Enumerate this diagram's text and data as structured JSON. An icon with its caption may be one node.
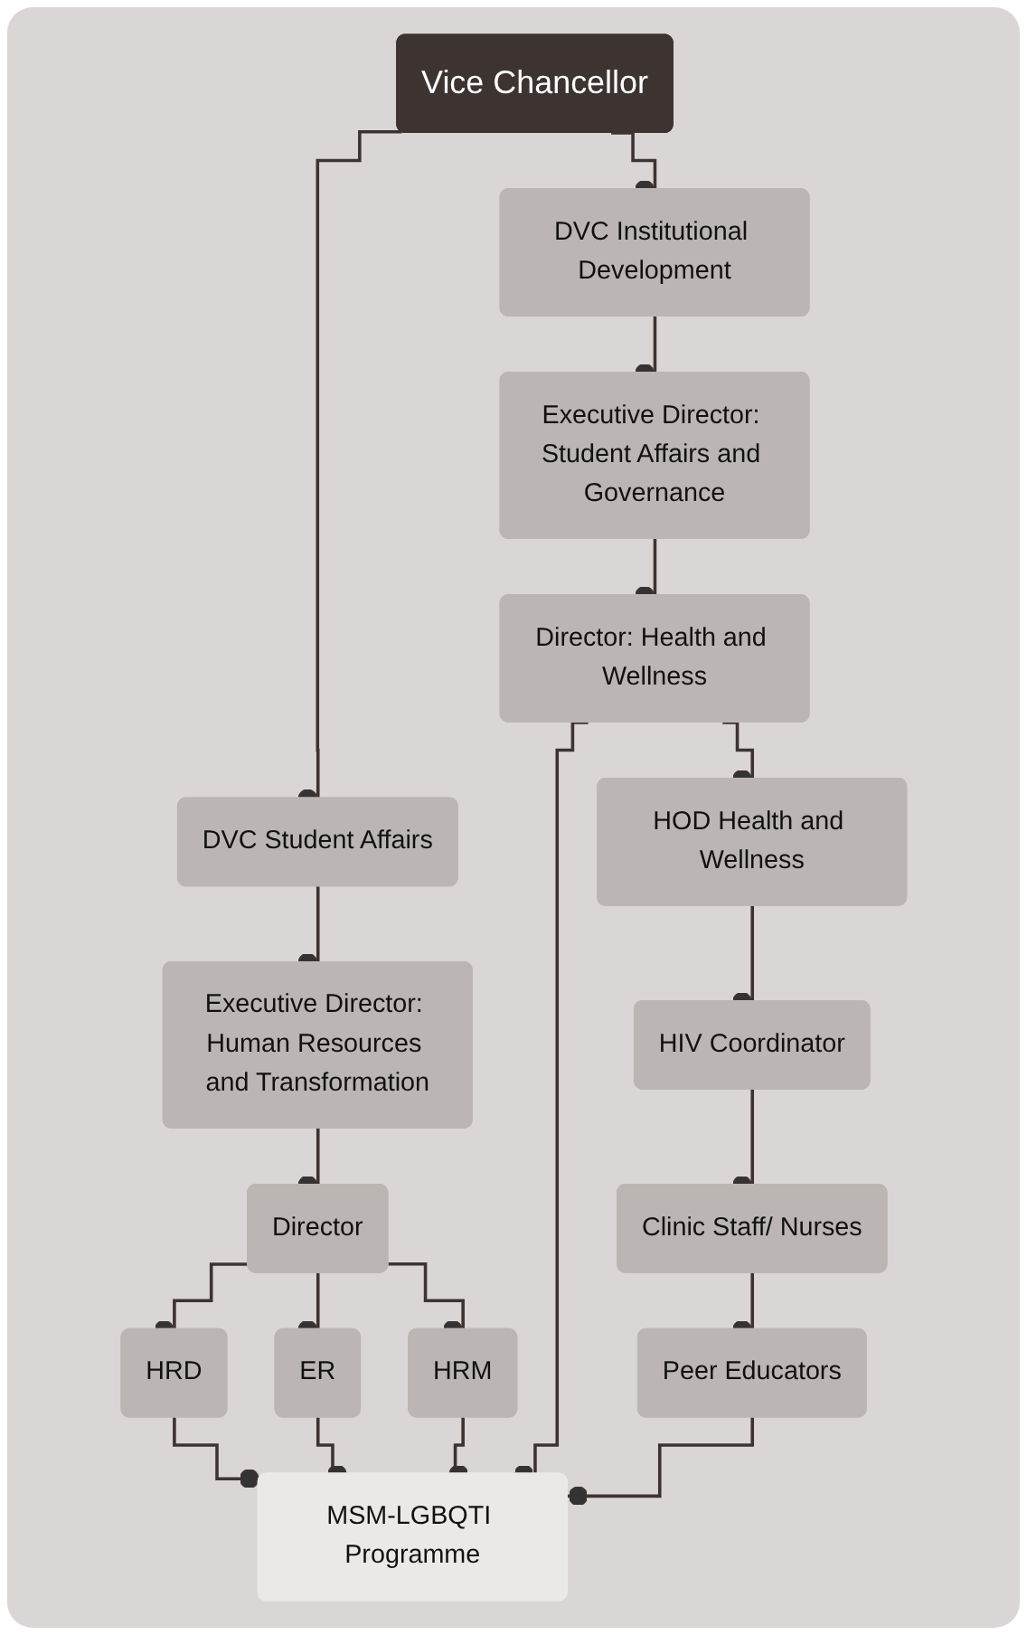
{
  "diagram": {
    "nodes": [
      {
        "text": [
          "Vice Chancellor"
        ]
      },
      {
        "text": [
          "DVC Student Affairs"
        ]
      },
      {
        "text": [
          "DVC Institutional Development"
        ]
      },
      {
        "text": [
          "Executive Director: Human Resources and Transformation"
        ]
      },
      {
        "text": [
          "Executive Director: Student Affairs and Governance"
        ]
      },
      {
        "text": [
          "Director"
        ]
      },
      {
        "text": [
          "Director: Health and Wellness"
        ]
      },
      {
        "text": [
          "HOD Health and Wellness"
        ]
      },
      {
        "text": [
          "HIV Coordinator"
        ]
      },
      {
        "text": [
          "Clinic Staff/ Nurses"
        ]
      },
      {
        "text": [
          "Peer Educators"
        ]
      },
      {
        "text": [
          "HRD"
        ]
      },
      {
        "text": [
          "ER"
        ]
      },
      {
        "text": [
          "HRM"
        ]
      },
      {
        "text": [
          "MSM-LGBQTI Programme"
        ]
      }
    ],
    "edges": [
      {
        "from": 0,
        "to": 1,
        "arrow": "other"
      },
      {
        "from": 0,
        "to": 2,
        "arrow": "other"
      },
      {
        "from": 1,
        "to": 3,
        "arrow": "other"
      },
      {
        "from": 2,
        "to": 4,
        "arrow": "other"
      },
      {
        "from": 3,
        "to": 5,
        "arrow": "other"
      },
      {
        "from": 4,
        "to": 6,
        "arrow": "other"
      },
      {
        "from": 6,
        "to": 7,
        "arrow": "other"
      },
      {
        "from": 7,
        "to": 8,
        "arrow": "other"
      },
      {
        "from": 8,
        "to": 9,
        "arrow": "other"
      },
      {
        "from": 9,
        "to": 10,
        "arrow": "other"
      },
      {
        "from": 5,
        "to": 11,
        "arrow": "other"
      },
      {
        "from": 5,
        "to": 12,
        "arrow": "other"
      },
      {
        "from": 5,
        "to": 13,
        "arrow": "other"
      },
      {
        "from": 11,
        "to": 14,
        "arrow": "other"
      },
      {
        "from": 12,
        "to": 14,
        "arrow": "other"
      },
      {
        "from": 13,
        "to": 14,
        "arrow": "other"
      },
      {
        "from": 6,
        "to": 14,
        "arrow": "other"
      },
      {
        "from": 10,
        "to": 14,
        "arrow": "other"
      }
    ]
  }
}
